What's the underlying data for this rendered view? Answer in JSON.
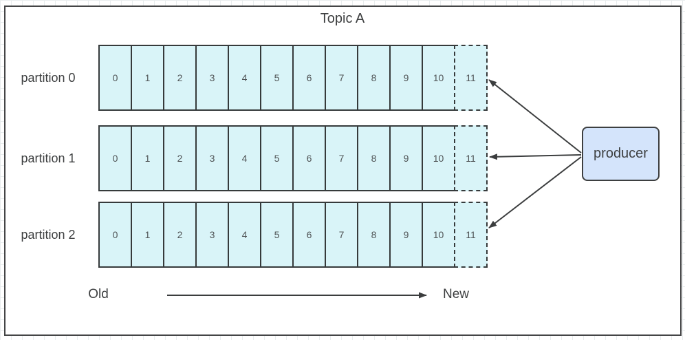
{
  "topic": {
    "title": "Topic A",
    "producer_label": "producer",
    "old_label": "Old",
    "new_label": "New",
    "partitions": [
      {
        "label": "partition 0",
        "cells": [
          "0",
          "1",
          "2",
          "3",
          "4",
          "5",
          "6",
          "7",
          "8",
          "9",
          "10"
        ],
        "next_offset": "11"
      },
      {
        "label": "partition 1",
        "cells": [
          "0",
          "1",
          "2",
          "3",
          "4",
          "5",
          "6",
          "7",
          "8",
          "9",
          "10"
        ],
        "next_offset": "11"
      },
      {
        "label": "partition 2",
        "cells": [
          "0",
          "1",
          "2",
          "3",
          "4",
          "5",
          "6",
          "7",
          "8",
          "9",
          "10"
        ],
        "next_offset": "11"
      }
    ],
    "colors": {
      "cell_fill": "#d9f4f8",
      "producer_fill": "#d4e4fb",
      "stroke": "#3b3d3e",
      "text": "#3d3f40"
    }
  }
}
